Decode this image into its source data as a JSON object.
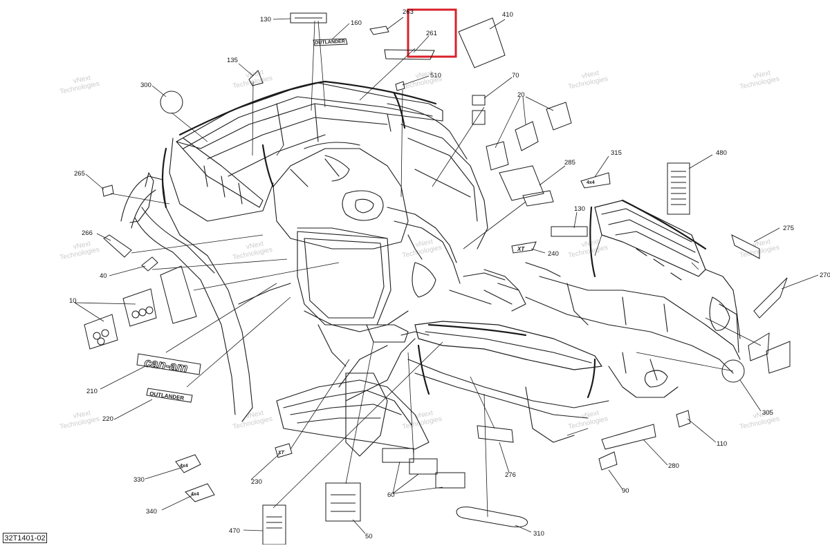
{
  "diagram": {
    "id_label": "32T1401-02",
    "watermark": "vNext Technologies",
    "highlight_color": "#d9202a",
    "line_color": "#1a1a1a",
    "callouts": [
      "130",
      "160",
      "263",
      "261",
      "410",
      "135",
      "510",
      "70",
      "300",
      "20",
      "315",
      "480",
      "265",
      "285",
      "130",
      "266",
      "275",
      "240",
      "40",
      "270",
      "10",
      "210",
      "305",
      "220",
      "110",
      "280",
      "330",
      "230",
      "60",
      "276",
      "90",
      "340",
      "470",
      "50",
      "310"
    ]
  },
  "decals": {
    "brand": "can-am",
    "model": "OUTLANDER",
    "badge_xt": "XT",
    "badge_4x4": "4x4"
  }
}
